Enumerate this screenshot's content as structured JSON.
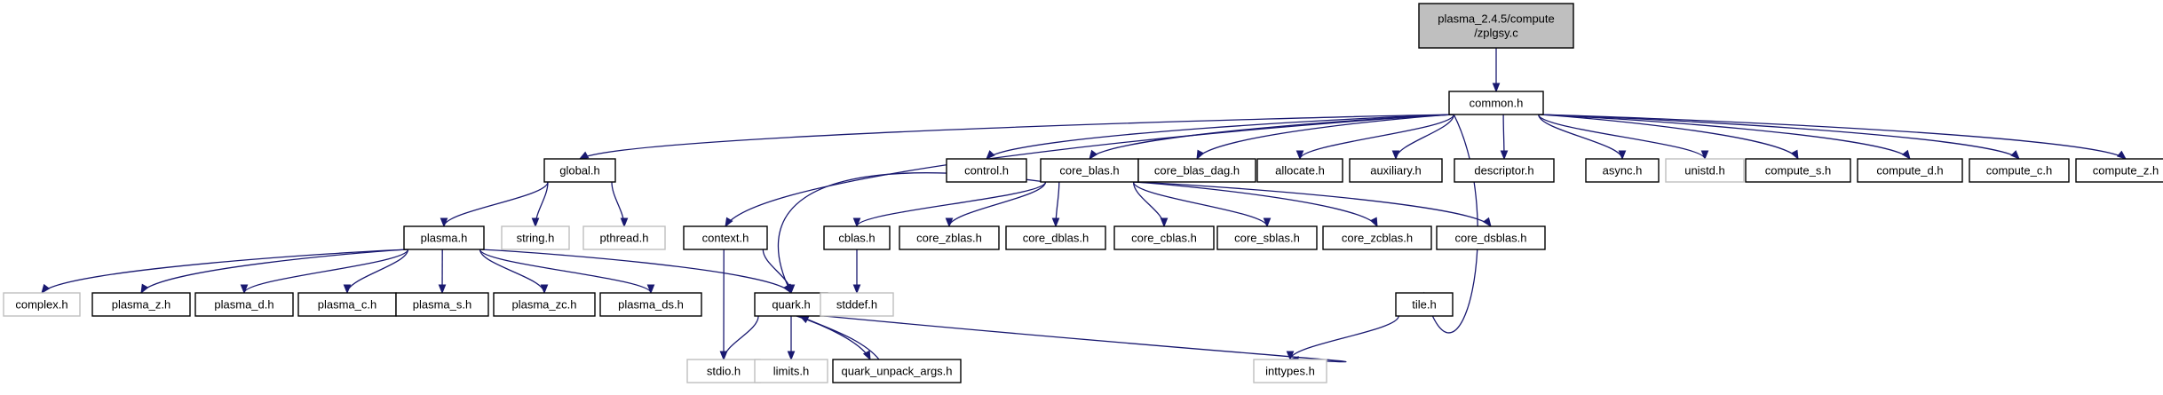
{
  "graph": {
    "edge_color": "#191970",
    "ext_border_color": "#bfbfbf",
    "root_fill": "#bfbfbf",
    "nodes": [
      {
        "id": "root",
        "lines": [
          "plasma_2.4.5/compute",
          "/zplgsy.c"
        ],
        "style": "root"
      },
      {
        "id": "common",
        "lines": [
          "common.h"
        ],
        "style": "normal"
      },
      {
        "id": "global",
        "lines": [
          "global.h"
        ],
        "style": "normal"
      },
      {
        "id": "context",
        "lines": [
          "context.h"
        ],
        "style": "normal"
      },
      {
        "id": "control",
        "lines": [
          "control.h"
        ],
        "style": "normal"
      },
      {
        "id": "core_blas",
        "lines": [
          "core_blas.h"
        ],
        "style": "normal"
      },
      {
        "id": "core_blas_dag",
        "lines": [
          "core_blas_dag.h"
        ],
        "style": "normal"
      },
      {
        "id": "allocate",
        "lines": [
          "allocate.h"
        ],
        "style": "normal"
      },
      {
        "id": "auxiliary",
        "lines": [
          "auxiliary.h"
        ],
        "style": "normal"
      },
      {
        "id": "descriptor",
        "lines": [
          "descriptor.h"
        ],
        "style": "normal"
      },
      {
        "id": "async",
        "lines": [
          "async.h"
        ],
        "style": "normal"
      },
      {
        "id": "unistd",
        "lines": [
          "unistd.h"
        ],
        "style": "ext"
      },
      {
        "id": "compute_s",
        "lines": [
          "compute_s.h"
        ],
        "style": "normal"
      },
      {
        "id": "compute_d",
        "lines": [
          "compute_d.h"
        ],
        "style": "normal"
      },
      {
        "id": "compute_c",
        "lines": [
          "compute_c.h"
        ],
        "style": "normal"
      },
      {
        "id": "compute_z",
        "lines": [
          "compute_z.h"
        ],
        "style": "normal"
      },
      {
        "id": "plasma",
        "lines": [
          "plasma.h"
        ],
        "style": "normal"
      },
      {
        "id": "string",
        "lines": [
          "string.h"
        ],
        "style": "ext"
      },
      {
        "id": "pthread",
        "lines": [
          "pthread.h"
        ],
        "style": "ext"
      },
      {
        "id": "cblas",
        "lines": [
          "cblas.h"
        ],
        "style": "normal"
      },
      {
        "id": "core_zblas",
        "lines": [
          "core_zblas.h"
        ],
        "style": "normal"
      },
      {
        "id": "core_dblas",
        "lines": [
          "core_dblas.h"
        ],
        "style": "normal"
      },
      {
        "id": "core_cblas",
        "lines": [
          "core_cblas.h"
        ],
        "style": "normal"
      },
      {
        "id": "core_sblas",
        "lines": [
          "core_sblas.h"
        ],
        "style": "normal"
      },
      {
        "id": "core_zcblas",
        "lines": [
          "core_zcblas.h"
        ],
        "style": "normal"
      },
      {
        "id": "core_dsblas",
        "lines": [
          "core_dsblas.h"
        ],
        "style": "normal"
      },
      {
        "id": "complex",
        "lines": [
          "complex.h"
        ],
        "style": "ext"
      },
      {
        "id": "plasma_z",
        "lines": [
          "plasma_z.h"
        ],
        "style": "normal"
      },
      {
        "id": "plasma_d",
        "lines": [
          "plasma_d.h"
        ],
        "style": "normal"
      },
      {
        "id": "plasma_c",
        "lines": [
          "plasma_c.h"
        ],
        "style": "normal"
      },
      {
        "id": "plasma_s",
        "lines": [
          "plasma_s.h"
        ],
        "style": "normal"
      },
      {
        "id": "plasma_zc",
        "lines": [
          "plasma_zc.h"
        ],
        "style": "normal"
      },
      {
        "id": "plasma_ds",
        "lines": [
          "plasma_ds.h"
        ],
        "style": "normal"
      },
      {
        "id": "quark",
        "lines": [
          "quark.h"
        ],
        "style": "normal"
      },
      {
        "id": "stddef",
        "lines": [
          "stddef.h"
        ],
        "style": "ext"
      },
      {
        "id": "tile",
        "lines": [
          "tile.h"
        ],
        "style": "normal"
      },
      {
        "id": "stdio",
        "lines": [
          "stdio.h"
        ],
        "style": "ext"
      },
      {
        "id": "limits",
        "lines": [
          "limits.h"
        ],
        "style": "ext"
      },
      {
        "id": "quark_unpack_args",
        "lines": [
          "quark_unpack_args.h"
        ],
        "style": "normal"
      },
      {
        "id": "inttypes",
        "lines": [
          "inttypes.h"
        ],
        "style": "ext"
      }
    ],
    "edges": [
      [
        "root",
        "common"
      ],
      [
        "common",
        "global"
      ],
      [
        "common",
        "context"
      ],
      [
        "common",
        "control"
      ],
      [
        "common",
        "core_blas"
      ],
      [
        "common",
        "core_blas_dag"
      ],
      [
        "common",
        "allocate"
      ],
      [
        "common",
        "auxiliary"
      ],
      [
        "common",
        "descriptor"
      ],
      [
        "common",
        "tile"
      ],
      [
        "common",
        "async"
      ],
      [
        "common",
        "unistd"
      ],
      [
        "common",
        "compute_s"
      ],
      [
        "common",
        "compute_d"
      ],
      [
        "common",
        "compute_c"
      ],
      [
        "common",
        "compute_z"
      ],
      [
        "global",
        "plasma"
      ],
      [
        "global",
        "string"
      ],
      [
        "global",
        "pthread"
      ],
      [
        "plasma",
        "complex"
      ],
      [
        "plasma",
        "plasma_z"
      ],
      [
        "plasma",
        "plasma_d"
      ],
      [
        "plasma",
        "plasma_c"
      ],
      [
        "plasma",
        "plasma_s"
      ],
      [
        "plasma",
        "plasma_zc"
      ],
      [
        "plasma",
        "plasma_ds"
      ],
      [
        "plasma",
        "quark"
      ],
      [
        "context",
        "quark"
      ],
      [
        "context",
        "stdio"
      ],
      [
        "core_blas",
        "quark"
      ],
      [
        "core_blas",
        "cblas"
      ],
      [
        "core_blas",
        "core_zblas"
      ],
      [
        "core_blas",
        "core_dblas"
      ],
      [
        "core_blas",
        "core_cblas"
      ],
      [
        "core_blas",
        "core_sblas"
      ],
      [
        "core_blas",
        "core_zcblas"
      ],
      [
        "core_blas",
        "core_dsblas"
      ],
      [
        "cblas",
        "stddef"
      ],
      [
        "quark",
        "stdio"
      ],
      [
        "quark",
        "limits"
      ],
      [
        "quark",
        "quark_unpack_args"
      ],
      [
        "quark",
        "inttypes"
      ],
      [
        "quark_unpack_args",
        "quark"
      ],
      [
        "tile",
        "inttypes"
      ]
    ]
  }
}
